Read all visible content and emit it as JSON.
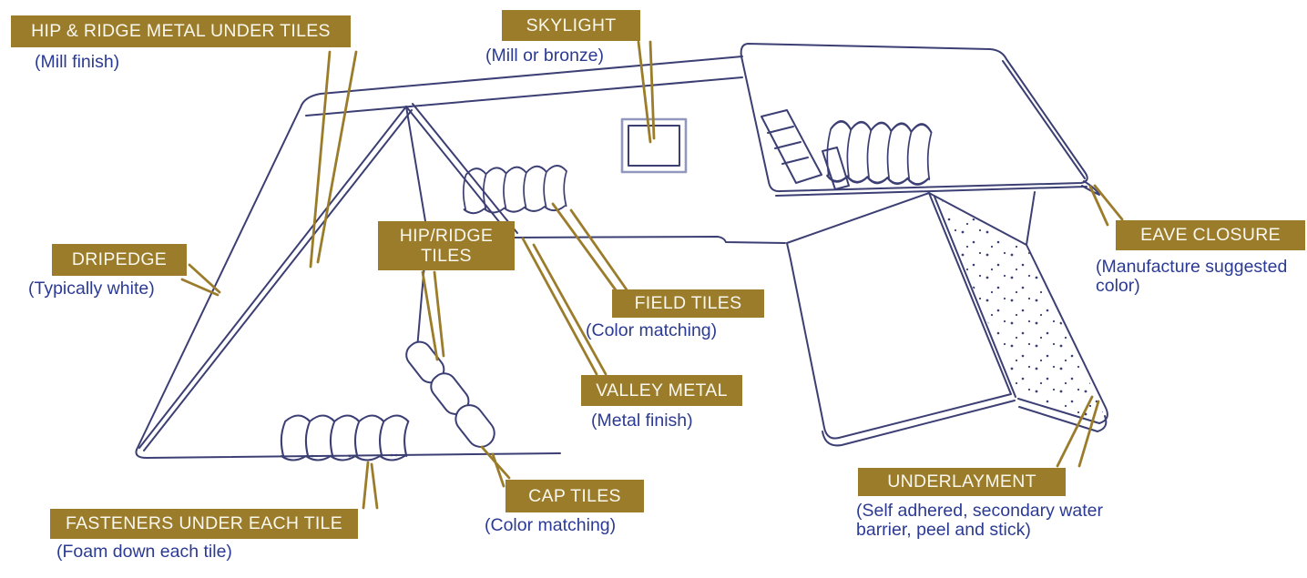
{
  "diagram": {
    "colors": {
      "accent_gold": "#9a7c2b",
      "line_navy": "#3c3f73",
      "subtitle_blue": "#2b3a93",
      "label_text": "#faf7ee",
      "skylight_outer": "#9298bd"
    },
    "labels": {
      "hip_ridge_metal": {
        "title": "HIP & RIDGE METAL UNDER TILES",
        "subtitle": "(Mill finish)"
      },
      "skylight": {
        "title": "SKYLIGHT",
        "subtitle": "(Mill or bronze)"
      },
      "dripedge": {
        "title": "DRIPEDGE",
        "subtitle": "(Typically white)"
      },
      "hip_ridge_tiles": {
        "title": "HIP/RIDGE TILES",
        "subtitle": ""
      },
      "field_tiles": {
        "title": "FIELD TILES",
        "subtitle": "(Color matching)"
      },
      "valley_metal": {
        "title": "VALLEY METAL",
        "subtitle": "(Metal finish)"
      },
      "eave_closure": {
        "title": "EAVE CLOSURE",
        "subtitle": "(Manufacture suggested color)"
      },
      "cap_tiles": {
        "title": "CAP TILES",
        "subtitle": "(Color matching)"
      },
      "fasteners": {
        "title": "FASTENERS UNDER EACH TILE",
        "subtitle": "(Foam down each tile)"
      },
      "underlayment": {
        "title": "UNDERLAYMENT",
        "subtitle": "(Self adhered, secondary water barrier, peel and stick)"
      }
    }
  }
}
